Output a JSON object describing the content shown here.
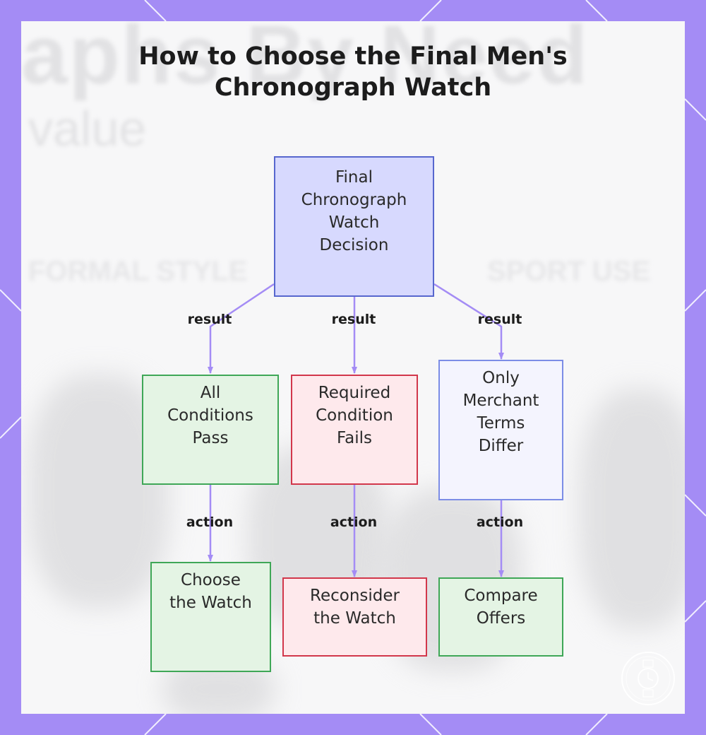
{
  "title": "How to Choose the Final Men's\nChronograph Watch",
  "colors": {
    "frame": "#a48cf5",
    "background": "#f7f7f8",
    "connector": "#a48cf5",
    "decision_fill": "#d7d9fe",
    "decision_border": "#5767ce",
    "pass_fill": "#e4f4e4",
    "pass_border": "#3fa757",
    "fail_fill": "#fee9ec",
    "fail_border": "#d2374b",
    "merchant_fill": "#f4f4fe",
    "merchant_border": "#7c8de6"
  },
  "nodes": {
    "decision": "Final\nChronograph\nWatch\nDecision",
    "pass": "All\nConditions\nPass",
    "fail": "Required\nCondition\nFails",
    "merchant": "Only\nMerchant\nTerms\nDiffer",
    "choose": "Choose\nthe Watch",
    "reconsider": "Reconsider\nthe Watch",
    "compare": "Compare\nOffers"
  },
  "edges": {
    "result_left": "result",
    "result_mid": "result",
    "result_right": "result",
    "action_left": "action",
    "action_mid": "action",
    "action_right": "action"
  },
  "background_text": {
    "heading": "aphs By Need",
    "subheading": "value",
    "left_label": "FORMAL STYLE",
    "right_label": "SPORT USE"
  },
  "logo_icon": "watch-seal-icon"
}
